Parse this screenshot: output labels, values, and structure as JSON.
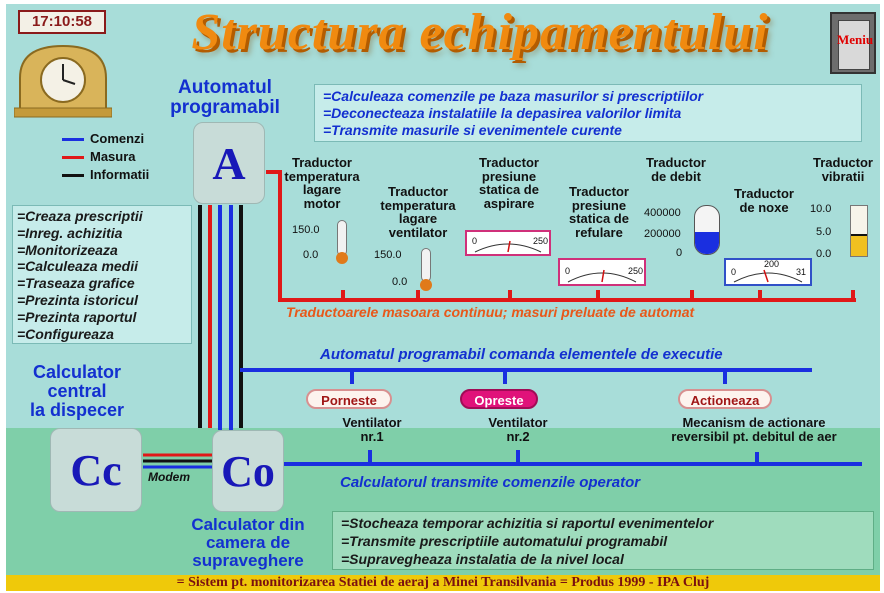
{
  "clock": {
    "time": "17:10:58"
  },
  "title": "Structura echipamentului",
  "menu": {
    "label": "Meniu"
  },
  "automat": {
    "title_line1": "Automatul",
    "title_line2": "programabil",
    "box_letter": "A"
  },
  "automat_functions": [
    "=Calculeaza comenzile pe baza  masurilor si prescriptiilor",
    "=Deconecteaza instalatiile la depasirea valorilor limita",
    "=Transmite masurile si evenimentele curente"
  ],
  "legend": [
    {
      "label": "Comenzi",
      "color": "#1a2fe0"
    },
    {
      "label": "Masura",
      "color": "#e01818"
    },
    {
      "label": "Informatii",
      "color": "#111111"
    }
  ],
  "dispatcher_functions": [
    "=Creaza prescriptii",
    "=Inreg. achizitia",
    "=Monitorizeaza",
    "=Calculeaza medii",
    "=Traseaza grafice",
    "=Prezinta istoricul",
    "=Prezinta raportul",
    "=Configureaza"
  ],
  "sensors": {
    "temp_motor": {
      "label": [
        "Traductor",
        "temperatura",
        "lagare",
        "motor"
      ],
      "tick_high": "150.0",
      "tick_low": "0.0"
    },
    "temp_vent": {
      "label": [
        "Traductor",
        "temperatura",
        "lagare",
        "ventilator"
      ],
      "tick_high": "150.0",
      "tick_low": "0.0"
    },
    "pres_asp": {
      "label": [
        "Traductor",
        "presiune",
        "statica de",
        "aspirare"
      ],
      "min": "0",
      "max": "250"
    },
    "pres_ref": {
      "label": [
        "Traductor",
        "presiune",
        "statica de",
        "refulare"
      ],
      "min": "0",
      "max": "250"
    },
    "debit": {
      "label": [
        "Traductor",
        "de debit"
      ],
      "tick_high": "400000",
      "tick_mid": "200000",
      "tick_low": "0"
    },
    "noxe": {
      "label": [
        "Traductor",
        "de noxe"
      ],
      "min": "0",
      "mid": "200",
      "max": "31"
    },
    "vibratii": {
      "label": [
        "Traductor",
        "vibratii"
      ],
      "tick_high": "10.0",
      "tick_mid": "5.0",
      "tick_low": "0.0"
    }
  },
  "sensors_caption": "Traductoarele masoara continuu; masuri preluate de automat",
  "commands_caption": "Automatul programabil comanda elementele de executie",
  "buttons": {
    "start": "Porneste",
    "stop": "Opreste",
    "action": "Actioneaza"
  },
  "actuators": {
    "vent1": {
      "line1": "Ventilator",
      "line2": "nr.1"
    },
    "vent2": {
      "line1": "Ventilator",
      "line2": "nr.2"
    },
    "mech": {
      "line1": "Mecanism de actionare",
      "line2": "reversibil pt. debitul de aer"
    }
  },
  "central": {
    "line1": "Calculator",
    "line2": "central",
    "line3": "la dispecer",
    "box_letter": "Cc"
  },
  "operator": {
    "line1": "Calculator din",
    "line2": "camera de",
    "line3": "supraveghere",
    "box_letter": "Co"
  },
  "modem_label": "Modem",
  "operator_caption": "Calculatorul transmite comenzile operator",
  "operator_functions": [
    "=Stocheaza temporar achizitia si raportul evenimentelor",
    "=Transmite prescriptiile automatului programabil",
    "=Supravegheaza instalatia de la nivel local"
  ],
  "footer": "=  Sistem pt. monitorizarea Statiei de aeraj  a Minei Transilvania  =  Produs 1999 - IPA Cluj",
  "colors": {
    "commands": "#1a2fe0",
    "measurement": "#e01818",
    "information": "#111111",
    "title": "#f08a10",
    "caption_red": "#e8581a",
    "stop_button": "#e0127a"
  }
}
